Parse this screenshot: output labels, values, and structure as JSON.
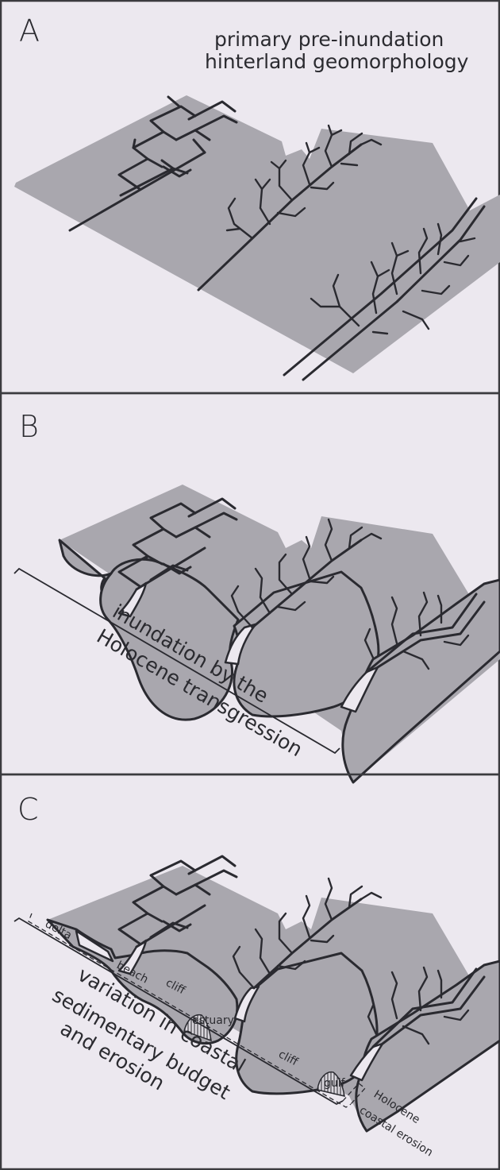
{
  "panels": {
    "a": {
      "letter": "A",
      "title_line1": "primary pre-inundation",
      "title_line2": "hinterland geomorphology"
    },
    "b": {
      "letter": "B",
      "label_line1": "inundation by the",
      "label_line2": "Holocene transgression"
    },
    "c": {
      "letter": "C",
      "labels": {
        "delta": "delta",
        "beach": "beach",
        "cliff1": "cliff",
        "estuary": "estuary",
        "cliff2": "cliff",
        "gulf": "gulf"
      },
      "main_line1": "variation in coastal",
      "main_line2": "sedimentary budget",
      "main_line3": "and erosion",
      "side_line1": "Holocene",
      "side_line2": "coastal erosion"
    }
  },
  "colors": {
    "background": "#ece8ef",
    "land": "#a9a7ae",
    "line": "#2a2a30"
  }
}
